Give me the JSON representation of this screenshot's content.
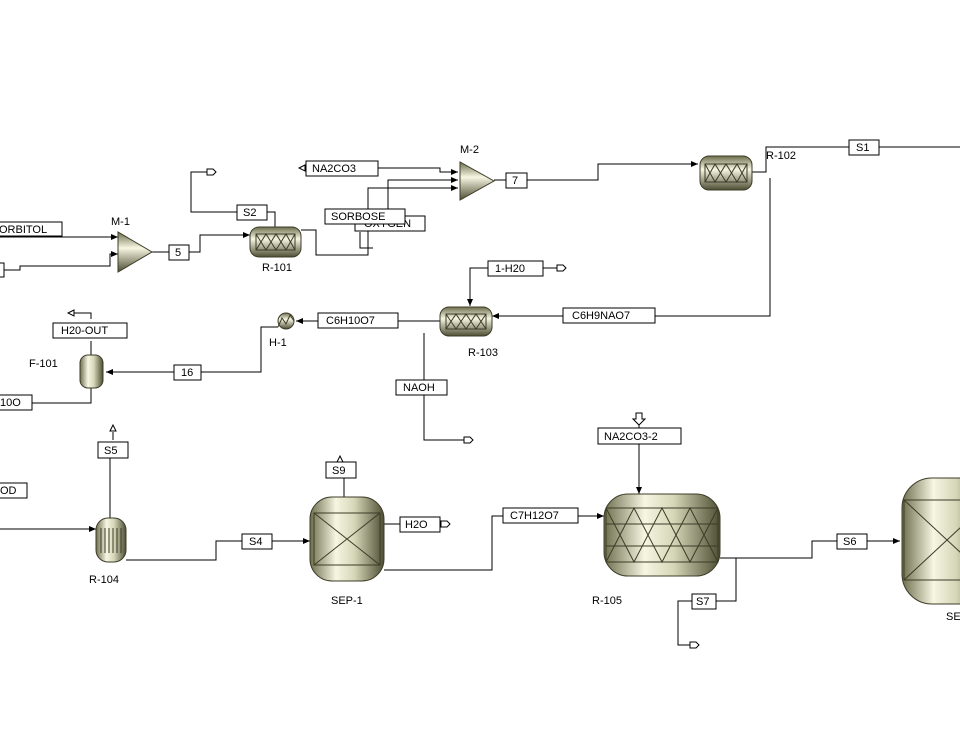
{
  "streams": {
    "sorbitol": "ORBITOL",
    "s2": "S2",
    "na2co3": "NA2CO3",
    "sorbose": "SORBOSE",
    "oxygen": "OXYGEN",
    "s5_mix": "5",
    "s7_mix": "7",
    "s1": "S1",
    "one_h2o": "1-H20",
    "c6h9nao7": "C6H9NAO7",
    "c6h10o7": "C6H10O7",
    "h2o_out": "H20-OUT",
    "s16": "16",
    "c6h10o_left": "10O",
    "naoh": "NAOH",
    "s5": "S5",
    "od_left": "OD",
    "s9": "S9",
    "s4": "S4",
    "h2o": "H2O",
    "c7h12o7": "C7H12O7",
    "na2co3_2": "NA2CO3-2",
    "s7": "S7",
    "s6": "S6"
  },
  "blocks": {
    "m1": "M-1",
    "m2": "M-2",
    "r101": "R-101",
    "r102": "R-102",
    "r103": "R-103",
    "h1": "H-1",
    "f101": "F-101",
    "r104": "R-104",
    "sep1": "SEP-1",
    "r105": "R-105",
    "sep_right": "SE"
  },
  "colors": {
    "equipment_light": "#f4f4dc",
    "equipment_mid": "#c8c8a8",
    "equipment_dark": "#5a5a3c",
    "line": "#000000"
  }
}
